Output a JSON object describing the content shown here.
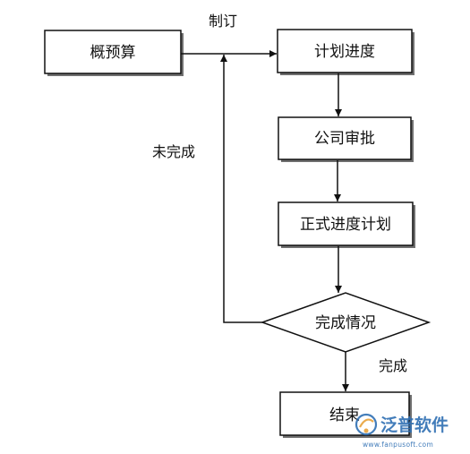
{
  "diagram": {
    "nodes": {
      "estimate": "概预算",
      "plan": "计划进度",
      "approval": "公司审批",
      "formal_plan": "正式进度计划",
      "decision": "完成情况",
      "end": "结束"
    },
    "edges": {
      "formulate": "制订",
      "incomplete": "未完成",
      "complete": "完成"
    }
  },
  "watermark": {
    "brand": "泛普软件",
    "url": "www.fanpusoft.com"
  },
  "colors": {
    "line": "#111111",
    "box_shadow": "#6f6f6f",
    "watermark": "#2f6fb3",
    "watermark_accent": "#e8a23a"
  }
}
